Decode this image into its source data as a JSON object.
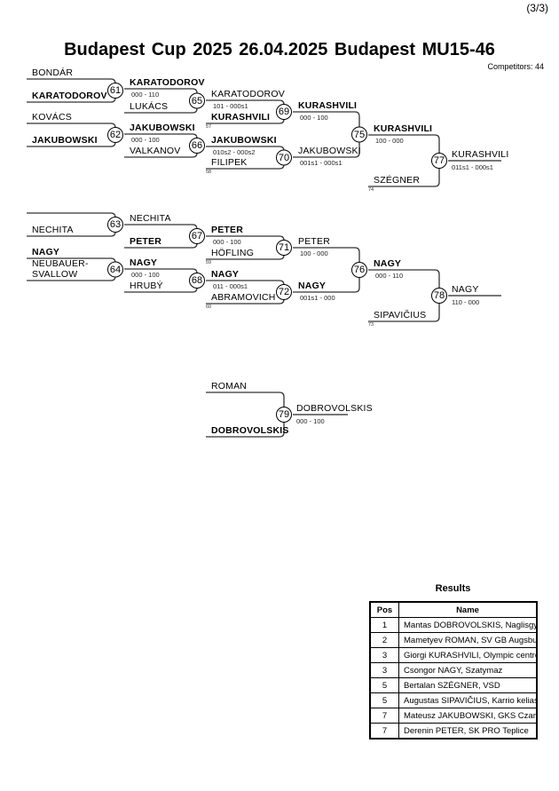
{
  "page_number": "(3/3)",
  "title": "Budapest Cup 2025  26.04.2025  Budapest   MU15-46",
  "competitors": "Competitors: 44",
  "bracket": {
    "matches": [
      {
        "no": "61",
        "top_name": "BONDÁR",
        "top_bold": false,
        "top_score": "",
        "bottom_name": "KARATODOROV",
        "bottom_bold": true,
        "bottom_score": "",
        "ref": ""
      },
      {
        "no": "65",
        "top_name": "KARATODOROV",
        "top_bold": true,
        "top_score": "000 - 110",
        "bottom_name": "LUKÁCS",
        "bottom_bold": false,
        "bottom_score": "",
        "ref": ""
      },
      {
        "no": "62",
        "top_name": "KOVÁCS",
        "top_bold": false,
        "top_score": "",
        "bottom_name": "JAKUBOWSKI",
        "bottom_bold": true,
        "bottom_score": "",
        "ref": ""
      },
      {
        "no": "66",
        "top_name": "JAKUBOWSKI",
        "top_bold": true,
        "top_score": "000 - 100",
        "bottom_name": "VALKANOV",
        "bottom_bold": false,
        "bottom_score": "",
        "ref": ""
      },
      {
        "no": "69",
        "top_name": "KARATODOROV",
        "top_bold": false,
        "top_score": "101 - 000s1",
        "bottom_name": "KURASHVILI",
        "bottom_bold": true,
        "bottom_score": "",
        "ref": "57"
      },
      {
        "no": "70",
        "top_name": "JAKUBOWSKI",
        "top_bold": true,
        "top_score": "010s2 - 000s2",
        "bottom_name": "FILIPEK",
        "bottom_bold": false,
        "bottom_score": "",
        "ref": "58"
      },
      {
        "no": "75",
        "top_name": "KURASHVILI",
        "top_bold": true,
        "top_score": "000 - 100",
        "bottom_name": "JAKUBOWSKI",
        "bottom_bold": false,
        "bottom_score": "001s1 - 000s1",
        "ref": ""
      },
      {
        "no": "77",
        "top_name": "KURASHVILI",
        "top_bold": true,
        "top_score": "100 - 000",
        "bottom_name": "SZÉGNER",
        "bottom_bold": false,
        "bottom_score": "",
        "ref": "74"
      },
      {
        "no": "63",
        "top_name": "",
        "top_bold": false,
        "top_score": "",
        "bottom_name": "NECHITA",
        "bottom_bold": false,
        "bottom_score": "",
        "ref": ""
      },
      {
        "no": "67",
        "top_name": "NECHITA",
        "top_bold": false,
        "top_score": "",
        "bottom_name": "PETER",
        "bottom_bold": true,
        "bottom_score": "",
        "ref": ""
      },
      {
        "no": "64",
        "top_name": "NAGY",
        "top_bold": true,
        "top_score": "",
        "bottom_name": "NEUBAUER-SVALLOW",
        "bottom_bold": false,
        "bottom_score": "",
        "ref": ""
      },
      {
        "no": "68",
        "top_name": "NAGY",
        "top_bold": true,
        "top_score": "000 - 100",
        "bottom_name": "HRUBÝ",
        "bottom_bold": false,
        "bottom_score": "",
        "ref": ""
      },
      {
        "no": "71",
        "top_name": "PETER",
        "top_bold": true,
        "top_score": "000 - 100",
        "bottom_name": "HÖFLING",
        "bottom_bold": false,
        "bottom_score": "",
        "ref": "59"
      },
      {
        "no": "72",
        "top_name": "NAGY",
        "top_bold": true,
        "top_score": "011 - 000s1",
        "bottom_name": "ABRAMOVICH",
        "bottom_bold": false,
        "bottom_score": "",
        "ref": "60"
      },
      {
        "no": "76",
        "top_name": "PETER",
        "top_bold": false,
        "top_score": "100 - 000",
        "bottom_name": "NAGY",
        "bottom_bold": true,
        "bottom_score": "001s1 - 000",
        "ref": ""
      },
      {
        "no": "78",
        "top_name": "NAGY",
        "top_bold": true,
        "top_score": "000 - 110",
        "bottom_name": "SIPAVIČIUS",
        "bottom_bold": false,
        "bottom_score": "",
        "ref": "73"
      },
      {
        "no": "79",
        "top_name": "ROMAN",
        "top_bold": false,
        "top_score": "",
        "bottom_name": "DOBROVOLSKIS",
        "bottom_bold": true,
        "bottom_score": "",
        "ref": ""
      }
    ],
    "winners": [
      {
        "from": "77",
        "name": "KURASHVILI",
        "score": "011s1 - 000s1"
      },
      {
        "from": "78",
        "name": "NAGY",
        "score": "110 - 000"
      },
      {
        "from": "79",
        "name": "DOBROVOLSKIS",
        "score": "000 - 100"
      }
    ]
  },
  "results": {
    "title": "Results",
    "headers": [
      "Pos",
      "Name"
    ],
    "rows": [
      {
        "pos": "1",
        "name": "Mantas DOBROVOLSKIS, Naglisgym"
      },
      {
        "pos": "2",
        "name": "Mametyev ROMAN, SV GB Augsburg"
      },
      {
        "pos": "3",
        "name": "Giorgi KURASHVILI, Olympic centre"
      },
      {
        "pos": "3",
        "name": "Csongor NAGY, Szatymaz"
      },
      {
        "pos": "5",
        "name": "Bertalan SZÉGNER, VSD"
      },
      {
        "pos": "5",
        "name": "Augustas SIPAVIČIUS, Karrio kelias"
      },
      {
        "pos": "7",
        "name": "Mateusz JAKUBOWSKI, GKS Czarni"
      },
      {
        "pos": "7",
        "name": "Derenin PETER, SK PRO Teplice"
      }
    ]
  }
}
